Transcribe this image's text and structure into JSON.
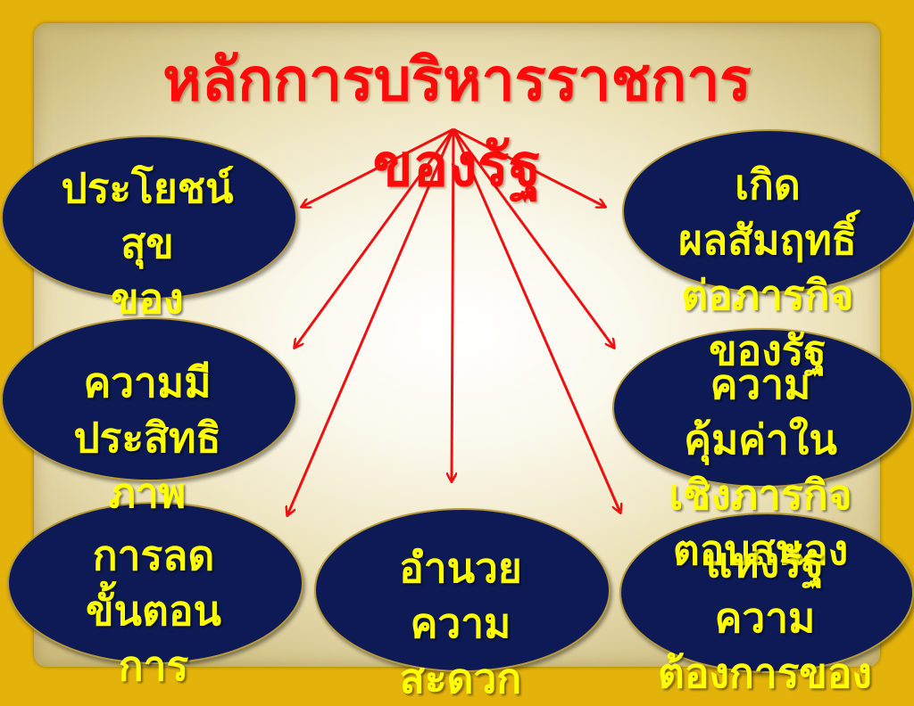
{
  "title": {
    "line1": "หลักการบริหารราชการ",
    "line2": "ของรัฐ"
  },
  "colors": {
    "background": "#e3b20b",
    "title": "#ff0a0a",
    "node_fill": "#0d1a55",
    "node_text": "#ffff00",
    "arrow": "#ee1111"
  },
  "nodes": {
    "benefit": {
      "lines": [
        "ประโยชน์",
        "สุข",
        "ของ"
      ]
    },
    "effectiveness": {
      "lines": [
        "ความมี",
        "ประสิทธิ",
        "ภาพ"
      ]
    },
    "reduce_steps": {
      "lines": [
        "การลด",
        "ขั้นตอน",
        "การ"
      ]
    },
    "convenience": {
      "lines": [
        "อำนวย",
        "ความ",
        "สะดวก"
      ]
    },
    "achievement": {
      "lines": [
        "เกิด",
        "ผลสัมฤทธิ์",
        "ต่อภารกิจ",
        "ของรัฐ"
      ]
    },
    "value": {
      "lines": [
        "ความ",
        "คุ้มค่าใน",
        "เชิงภารกิจ",
        "ตอบสนอง"
      ]
    },
    "response": {
      "lines": [
        "แห่งรัฐ",
        "ความ",
        "ต้องการของ"
      ]
    }
  }
}
